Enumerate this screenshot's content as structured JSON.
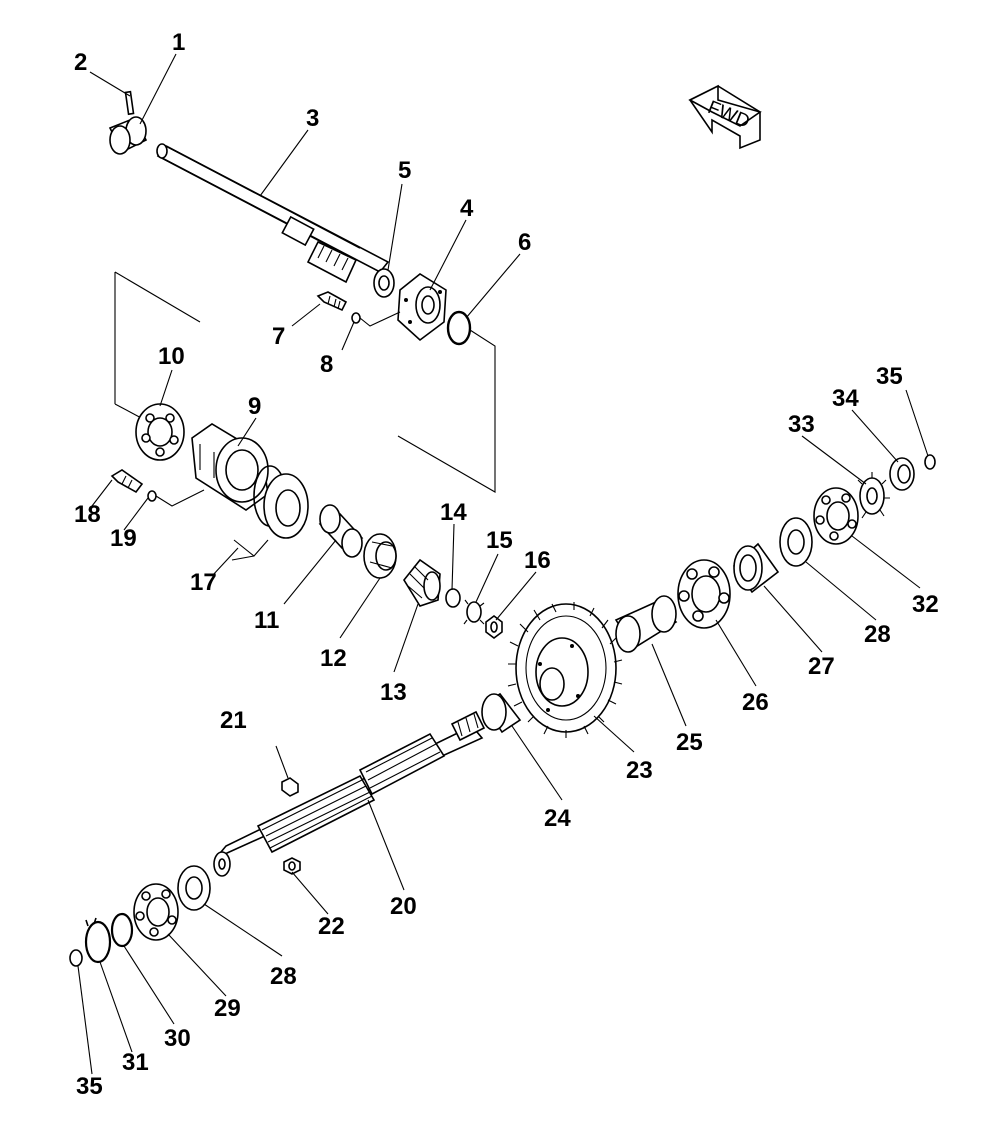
{
  "orientation_arrow": {
    "label": "FWD",
    "icon": "forward-arrow-icon"
  },
  "callouts": [
    {
      "id": "c1",
      "text": "1"
    },
    {
      "id": "c2",
      "text": "2"
    },
    {
      "id": "c3",
      "text": "3"
    },
    {
      "id": "c4",
      "text": "4"
    },
    {
      "id": "c5",
      "text": "5"
    },
    {
      "id": "c6",
      "text": "6"
    },
    {
      "id": "c7",
      "text": "7"
    },
    {
      "id": "c8",
      "text": "8"
    },
    {
      "id": "c9",
      "text": "9"
    },
    {
      "id": "c10",
      "text": "10"
    },
    {
      "id": "c11",
      "text": "11"
    },
    {
      "id": "c12",
      "text": "12"
    },
    {
      "id": "c13",
      "text": "13"
    },
    {
      "id": "c14",
      "text": "14"
    },
    {
      "id": "c15",
      "text": "15"
    },
    {
      "id": "c16",
      "text": "16"
    },
    {
      "id": "c17",
      "text": "17"
    },
    {
      "id": "c18",
      "text": "18"
    },
    {
      "id": "c19",
      "text": "19"
    },
    {
      "id": "c20",
      "text": "20"
    },
    {
      "id": "c21",
      "text": "21"
    },
    {
      "id": "c22",
      "text": "22"
    },
    {
      "id": "c23",
      "text": "23"
    },
    {
      "id": "c24",
      "text": "24"
    },
    {
      "id": "c25",
      "text": "25"
    },
    {
      "id": "c26",
      "text": "26"
    },
    {
      "id": "c27",
      "text": "27"
    },
    {
      "id": "c28a",
      "text": "28"
    },
    {
      "id": "c28b",
      "text": "28"
    },
    {
      "id": "c29",
      "text": "29"
    },
    {
      "id": "c30",
      "text": "30"
    },
    {
      "id": "c31",
      "text": "31"
    },
    {
      "id": "c32",
      "text": "32"
    },
    {
      "id": "c33",
      "text": "33"
    },
    {
      "id": "c34",
      "text": "34"
    },
    {
      "id": "c35a",
      "text": "35"
    },
    {
      "id": "c35b",
      "text": "35"
    }
  ]
}
